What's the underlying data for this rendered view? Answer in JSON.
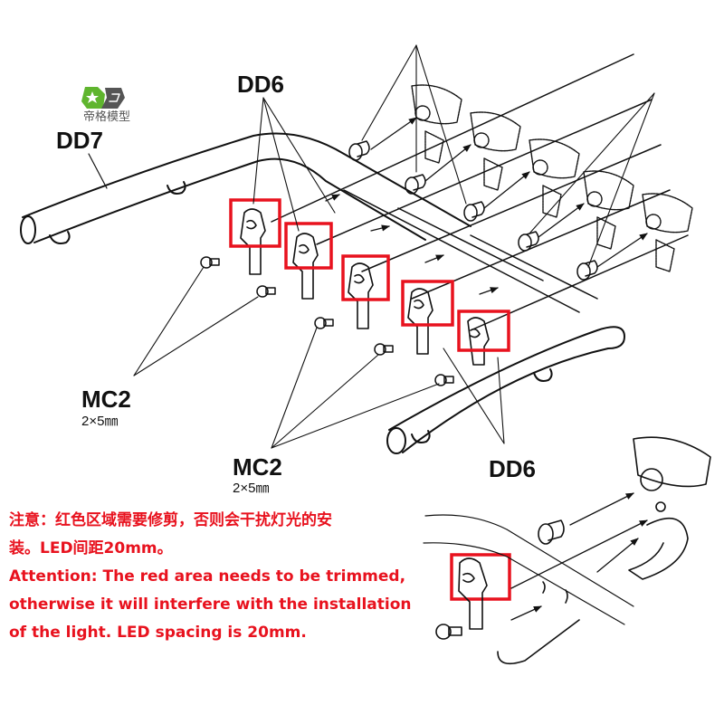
{
  "colors": {
    "highlight": "#e8121e",
    "line": "#111111",
    "logo_green": "#5fb52e",
    "logo_gray": "#555555"
  },
  "logo": {
    "text": "帝格模型"
  },
  "labels": {
    "dd7": "DD7",
    "dd6_top": "DD6",
    "dd6_right": "DD6",
    "mc2_left": "MC2",
    "mc2_left_size": "2×5㎜",
    "mc2_center": "MC2",
    "mc2_center_size": "2×5㎜"
  },
  "note": {
    "cn_line1": "注意：红色区域需要修剪，否则会干扰灯光的安",
    "cn_line2": "装。LED间距20mm。",
    "en_line1": "Attention: The red area needs to be trimmed,",
    "en_line2": "otherwise it will interfere with the installation",
    "en_line3": "of the light. LED spacing is 20mm."
  },
  "parts": {
    "highlighted_brackets": 6,
    "lamp_units": 5
  }
}
